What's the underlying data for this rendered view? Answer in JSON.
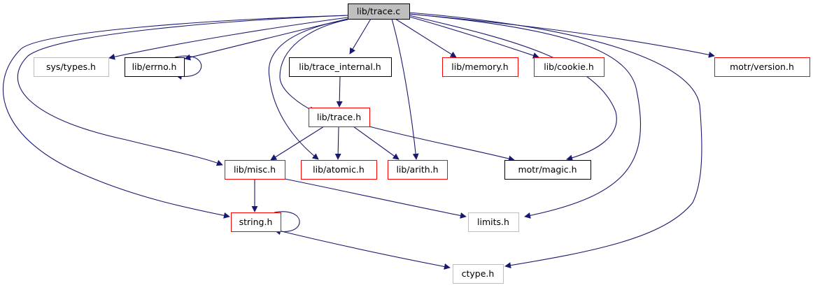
{
  "graph": {
    "edge_color": "#191970",
    "nodes": [
      {
        "id": "trace_c",
        "label": "lib/trace.c",
        "border": "#000000",
        "fill": "#bfbfbf"
      },
      {
        "id": "sys_types",
        "label": "sys/types.h",
        "border": "#bfbfbf",
        "fill": "#ffffff"
      },
      {
        "id": "errno",
        "label": "lib/errno.h",
        "border": "#000000",
        "fill": "#ffffff"
      },
      {
        "id": "trace_internal",
        "label": "lib/trace_internal.h",
        "border": "#000000",
        "fill": "#ffffff"
      },
      {
        "id": "memory",
        "label": "lib/memory.h",
        "border": "#ff0000",
        "fill": "#ffffff"
      },
      {
        "id": "cookie",
        "label": "lib/cookie.h",
        "border": "#ff0000",
        "fill": "#ffffff"
      },
      {
        "id": "version",
        "label": "motr/version.h",
        "border": "#ff0000",
        "fill": "#ffffff"
      },
      {
        "id": "trace_h",
        "label": "lib/trace.h",
        "border": "#ff0000",
        "fill": "#ffffff"
      },
      {
        "id": "misc",
        "label": "lib/misc.h",
        "border": "#ff0000",
        "fill": "#ffffff"
      },
      {
        "id": "atomic",
        "label": "lib/atomic.h",
        "border": "#ff0000",
        "fill": "#ffffff"
      },
      {
        "id": "arith",
        "label": "lib/arith.h",
        "border": "#ff0000",
        "fill": "#ffffff"
      },
      {
        "id": "magic",
        "label": "motr/magic.h",
        "border": "#000000",
        "fill": "#ffffff"
      },
      {
        "id": "string",
        "label": "string.h",
        "border": "#ff0000",
        "fill": "#ffffff"
      },
      {
        "id": "limits",
        "label": "limits.h",
        "border": "#bfbfbf",
        "fill": "#ffffff"
      },
      {
        "id": "ctype",
        "label": "ctype.h",
        "border": "#bfbfbf",
        "fill": "#ffffff"
      }
    ],
    "edges": [
      [
        "trace_c",
        "sys_types"
      ],
      [
        "trace_c",
        "errno"
      ],
      [
        "errno",
        "errno"
      ],
      [
        "trace_c",
        "trace_internal"
      ],
      [
        "trace_c",
        "memory"
      ],
      [
        "trace_c",
        "cookie"
      ],
      [
        "trace_c",
        "version"
      ],
      [
        "trace_c",
        "trace_h"
      ],
      [
        "trace_internal",
        "trace_h"
      ],
      [
        "trace_c",
        "misc"
      ],
      [
        "trace_c",
        "string"
      ],
      [
        "trace_c",
        "atomic"
      ],
      [
        "trace_c",
        "arith"
      ],
      [
        "trace_c",
        "magic"
      ],
      [
        "trace_c",
        "limits"
      ],
      [
        "trace_c",
        "ctype"
      ],
      [
        "trace_h",
        "misc"
      ],
      [
        "trace_h",
        "atomic"
      ],
      [
        "trace_h",
        "arith"
      ],
      [
        "trace_h",
        "magic"
      ],
      [
        "misc",
        "string"
      ],
      [
        "misc",
        "limits"
      ],
      [
        "string",
        "string"
      ],
      [
        "string",
        "ctype"
      ]
    ]
  }
}
